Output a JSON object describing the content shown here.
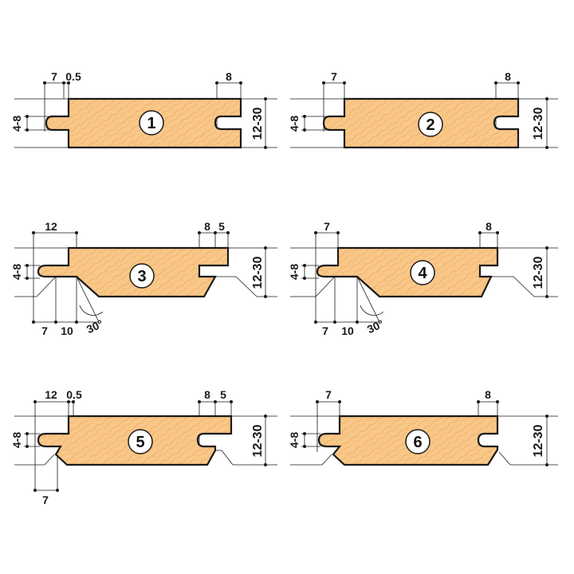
{
  "colors": {
    "wood": "#f9c787",
    "grain": "#e9a862",
    "outline": "#1a1a1a",
    "badge_fill": "#ffffff"
  },
  "profiles": [
    {
      "number": "1",
      "groove_label": "7",
      "gap_label": "0.5",
      "tongue_label": "8",
      "height_label": "4-8",
      "thickness_label": "12-30"
    },
    {
      "number": "2",
      "groove_label": "7",
      "tongue_label": "8",
      "height_label": "4-8",
      "thickness_label": "12-30"
    },
    {
      "number": "3",
      "groove_label": "12",
      "tongue_label": "8",
      "extra_label": "5",
      "height_label": "4-8",
      "thickness_label": "12-30",
      "bottom_labels": [
        "7",
        "10"
      ],
      "angle_label": "30°"
    },
    {
      "number": "4",
      "groove_label": "7",
      "tongue_label": "8",
      "height_label": "4-8",
      "thickness_label": "12-30",
      "bottom_labels": [
        "7",
        "10"
      ],
      "angle_label": "30°"
    },
    {
      "number": "5",
      "groove_label": "12",
      "gap_label": "0.5",
      "tongue_label": "8",
      "extra_label": "5",
      "height_label": "4-8",
      "thickness_label": "12-30",
      "bottom_labels": [
        "7"
      ]
    },
    {
      "number": "6",
      "groove_label": "7",
      "tongue_label": "8",
      "height_label": "4-8",
      "thickness_label": "12-30"
    }
  ]
}
